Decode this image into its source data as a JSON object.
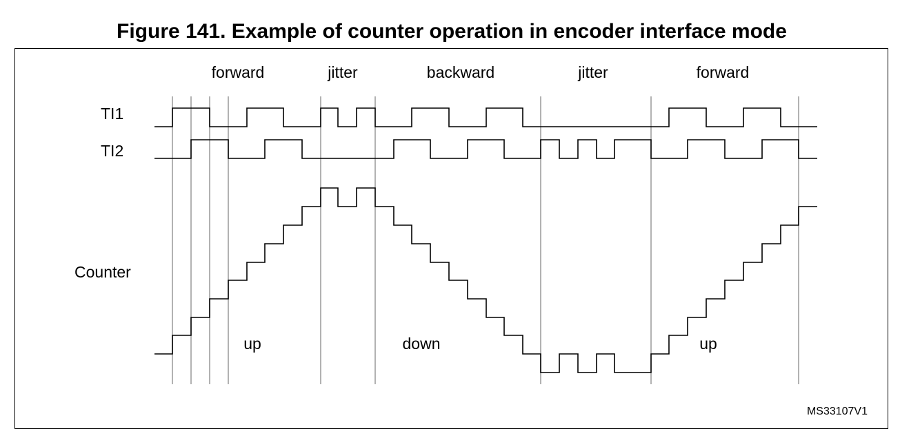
{
  "figure": {
    "title": "Figure 141. Example of counter operation in encoder interface mode",
    "reference": "MS33107V1"
  },
  "signals": {
    "ti1_label": "TI1",
    "ti2_label": "TI2",
    "counter_label": "Counter"
  },
  "phases": {
    "forward1": "forward",
    "jitter1": "jitter",
    "backward": "backward",
    "jitter2": "jitter",
    "forward2": "forward"
  },
  "directions": {
    "up1": "up",
    "down": "down",
    "up2": "up"
  }
}
